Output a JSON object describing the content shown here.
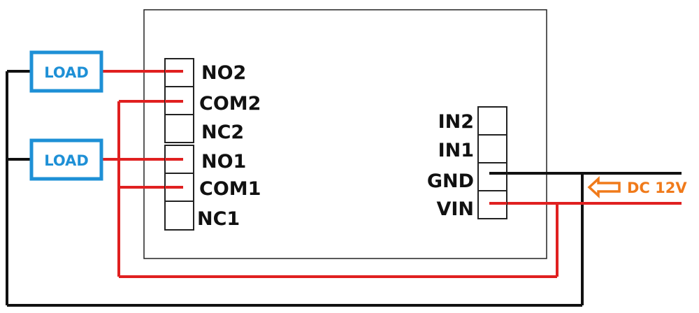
{
  "colors": {
    "wire_red": "#e02020",
    "wire_black": "#111111",
    "load_blue": "#1e90d6",
    "power_orange": "#f07a1a",
    "outline": "#222222"
  },
  "loads": [
    {
      "label": "LOAD"
    },
    {
      "label": "LOAD"
    }
  ],
  "relay_terminals": [
    {
      "label": "NO2"
    },
    {
      "label": "COM2"
    },
    {
      "label": "NC2"
    },
    {
      "label": "NO1"
    },
    {
      "label": "COM1"
    },
    {
      "label": "NC1"
    }
  ],
  "input_terminals": [
    {
      "label": "IN2"
    },
    {
      "label": "IN1"
    },
    {
      "label": "GND"
    },
    {
      "label": "VIN"
    }
  ],
  "power": {
    "label": "DC 12V",
    "arrow_icon": "left-arrow-icon"
  }
}
